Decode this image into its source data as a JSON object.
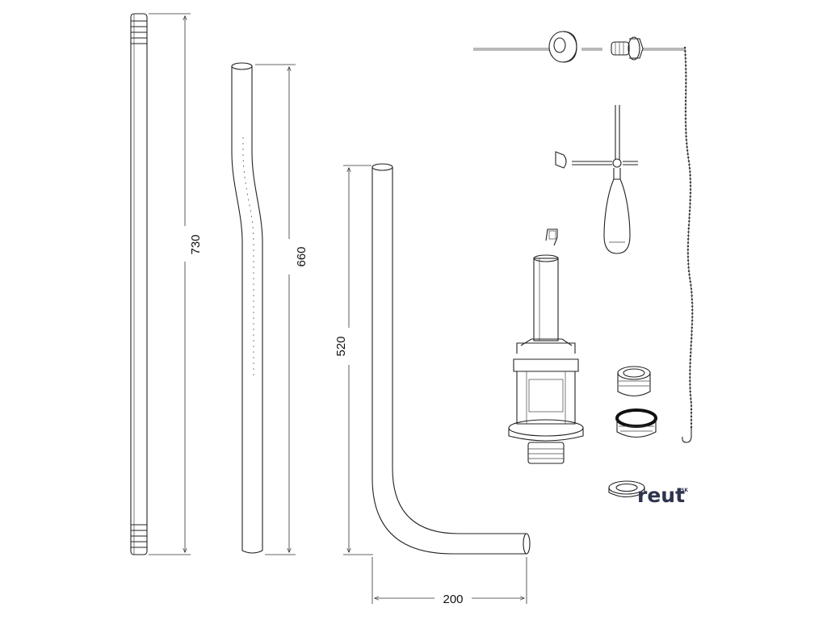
{
  "dimensions": {
    "straight_pipe_height": "730",
    "offset_pipe_height": "660",
    "bent_pipe_height": "520",
    "bent_pipe_width": "200"
  },
  "brand": {
    "logo_text": "reut",
    "logo_sup": "SK",
    "color": "#2e3350"
  },
  "line_color": "#222222"
}
